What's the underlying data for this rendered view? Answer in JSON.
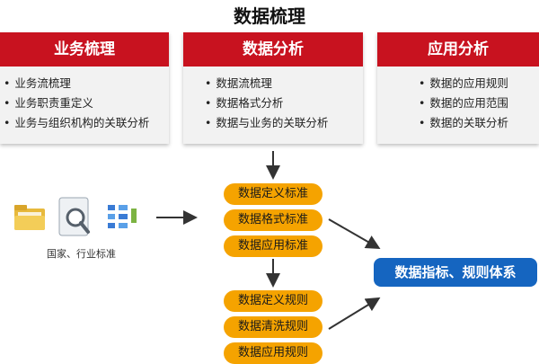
{
  "title": "数据梳理",
  "panels": [
    {
      "heading": "业务梳理",
      "items": [
        "业务流梳理",
        "业务职责重定义",
        "业务与组织机构的关联分析"
      ]
    },
    {
      "heading": "数据分析",
      "items": [
        "数据流梳理",
        "数据格式分析",
        "数据与业务的关联分析"
      ]
    },
    {
      "heading": "应用分析",
      "items": [
        "数据的应用规则",
        "数据的应用范围",
        "数据的关联分析"
      ]
    }
  ],
  "standards_label": "国家、行业标准",
  "standards": [
    "数据定义标准",
    "数据格式标准",
    "数据应用标准"
  ],
  "rules": [
    "数据定义规则",
    "数据清洗规则",
    "数据应用规则"
  ],
  "result": "数据指标、规则体系",
  "colors": {
    "header_red": "#c8121f",
    "pill_orange": "#f5a300",
    "result_blue": "#1565c0"
  },
  "icons": [
    "folder-icon",
    "magnifier-document-icon",
    "data-grid-icon"
  ]
}
